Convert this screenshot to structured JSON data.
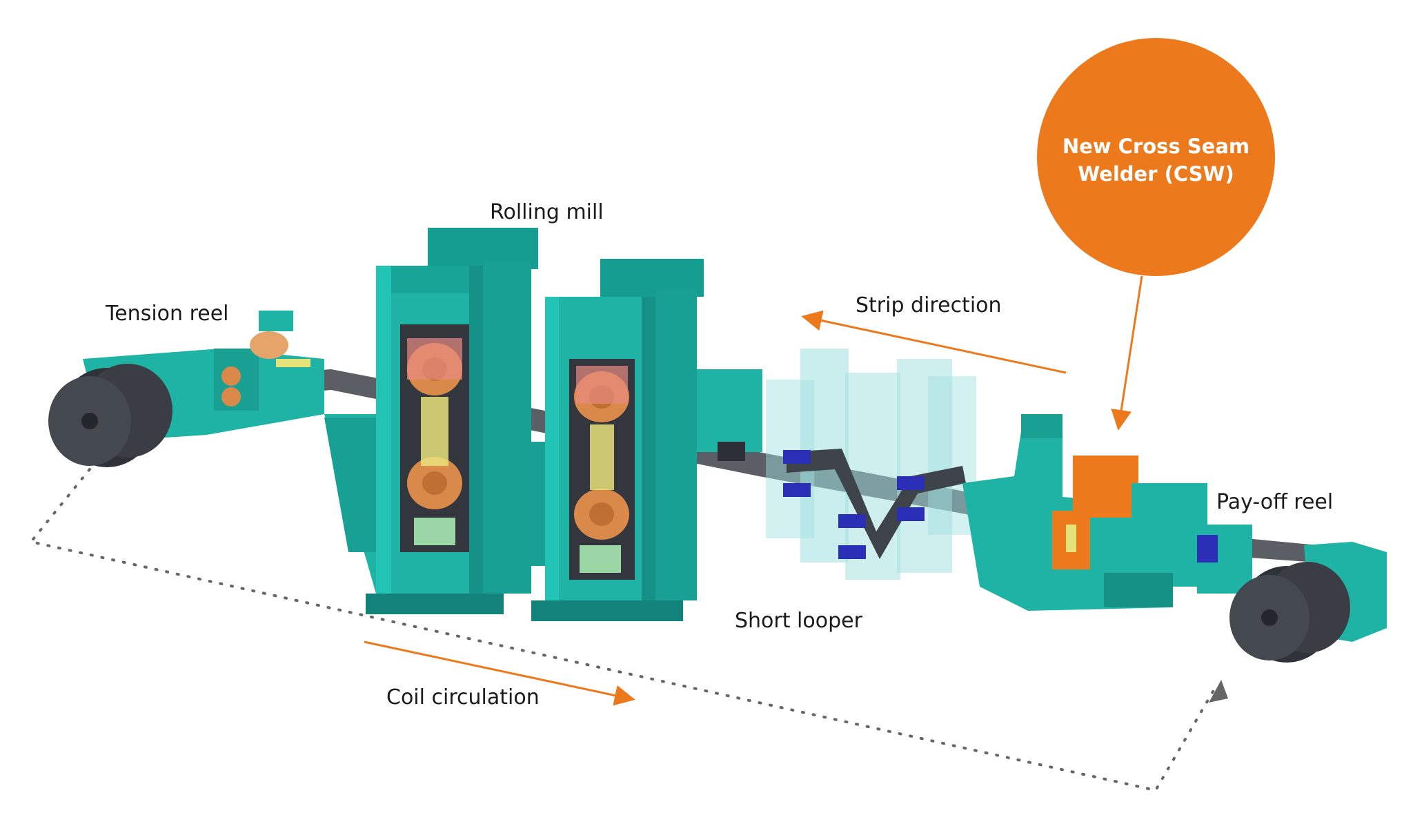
{
  "labels": {
    "rolling_mill": "Rolling mill",
    "tension_reel": "Tension reel",
    "strip_direction": "Strip direction",
    "pay_off_reel": "Pay-off reel",
    "short_looper": "Short looper",
    "coil_circulation": "Coil circulation"
  },
  "callout": {
    "line1": "New Cross Seam",
    "line2": "Welder (CSW)"
  },
  "colors": {
    "machine_teal": "#1fb3a6",
    "machine_teal_dark": "#12827a",
    "accent_orange": "#ec7a1c",
    "coil_dark": "#3a3e44",
    "roll_pink": "#e88a82",
    "roll_copper": "#d98a4a",
    "looper_glass": "#9fe0e0",
    "arrow_gray": "#666666"
  },
  "icons": [
    "tension-reel-coil-icon",
    "pay-off-reel-coil-icon",
    "rolling-mill-stand-icon",
    "short-looper-icon",
    "cross-seam-welder-icon"
  ]
}
